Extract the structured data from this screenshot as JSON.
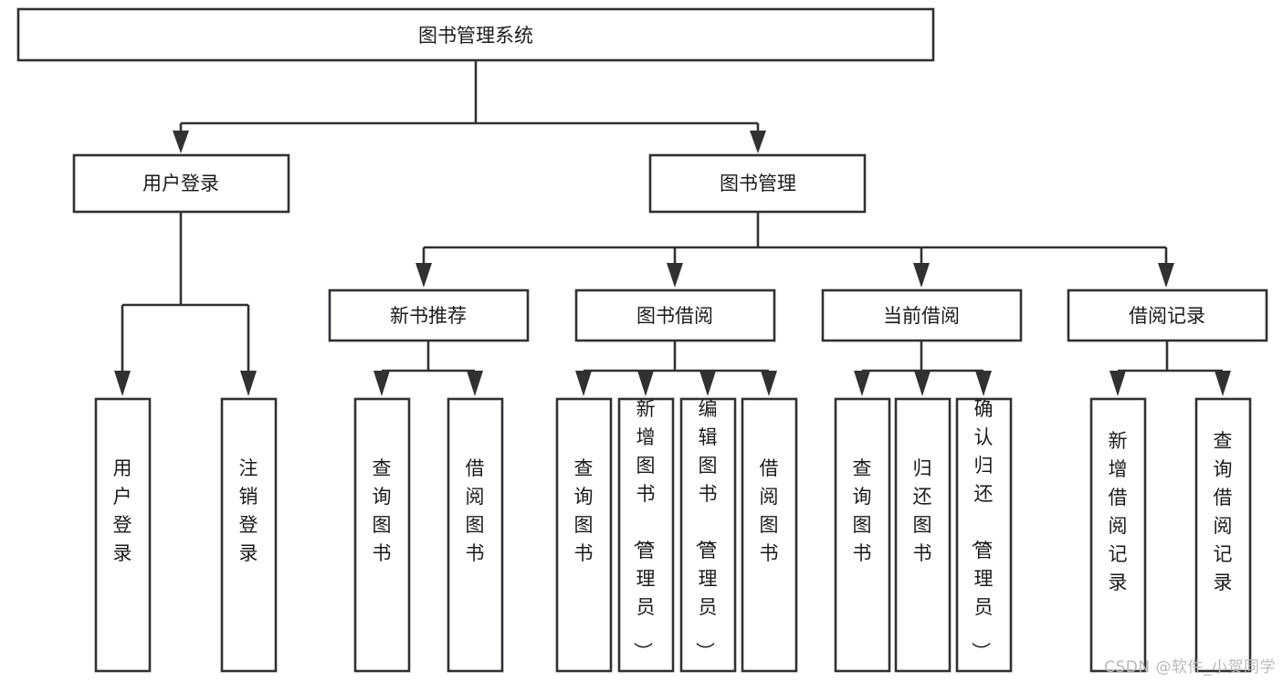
{
  "diagram": {
    "type": "tree-hierarchy-chart",
    "title": "图书管理系统",
    "watermark": "CSDN @软件_小贺同学",
    "colors": {
      "stroke": "#2f3133",
      "fill": "#ffffff",
      "text": "#1b1b1b",
      "watermark": "#b9b9b9"
    },
    "levels": [
      {
        "level": 1,
        "orientation": "horizontal",
        "nodes": [
          {
            "id": "root",
            "label": "图书管理系统"
          }
        ]
      },
      {
        "level": 2,
        "orientation": "horizontal",
        "nodes": [
          {
            "id": "login",
            "label": "用户登录",
            "parent": "root"
          },
          {
            "id": "bookmgmt",
            "label": "图书管理",
            "parent": "root"
          }
        ]
      },
      {
        "level": 3,
        "orientation": "horizontal",
        "nodes": [
          {
            "id": "newbook",
            "label": "新书推荐",
            "parent": "bookmgmt"
          },
          {
            "id": "borrow",
            "label": "图书借阅",
            "parent": "bookmgmt"
          },
          {
            "id": "current",
            "label": "当前借阅",
            "parent": "bookmgmt"
          },
          {
            "id": "records",
            "label": "借阅记录",
            "parent": "bookmgmt"
          }
        ]
      },
      {
        "level": 4,
        "orientation": "vertical",
        "nodes": [
          {
            "id": "leaf-1",
            "label": "用户登录",
            "parent": "login"
          },
          {
            "id": "leaf-2",
            "label": "注销登录",
            "parent": "login"
          },
          {
            "id": "leaf-3",
            "label": "查询图书",
            "parent": "newbook"
          },
          {
            "id": "leaf-4",
            "label": "借阅图书",
            "parent": "newbook"
          },
          {
            "id": "leaf-5",
            "label": "查询图书",
            "parent": "borrow"
          },
          {
            "id": "leaf-6",
            "label": "新增图书（管理员）",
            "parent": "borrow"
          },
          {
            "id": "leaf-7",
            "label": "编辑图书（管理员）",
            "parent": "borrow"
          },
          {
            "id": "leaf-8",
            "label": "借阅图书",
            "parent": "borrow"
          },
          {
            "id": "leaf-9",
            "label": "查询图书",
            "parent": "current"
          },
          {
            "id": "leaf-10",
            "label": "归还图书",
            "parent": "current"
          },
          {
            "id": "leaf-11",
            "label": "确认归还（管理员）",
            "parent": "current"
          },
          {
            "id": "leaf-12",
            "label": "新增借阅记录",
            "parent": "records"
          },
          {
            "id": "leaf-13",
            "label": "查询借阅记录",
            "parent": "records"
          }
        ]
      }
    ]
  }
}
